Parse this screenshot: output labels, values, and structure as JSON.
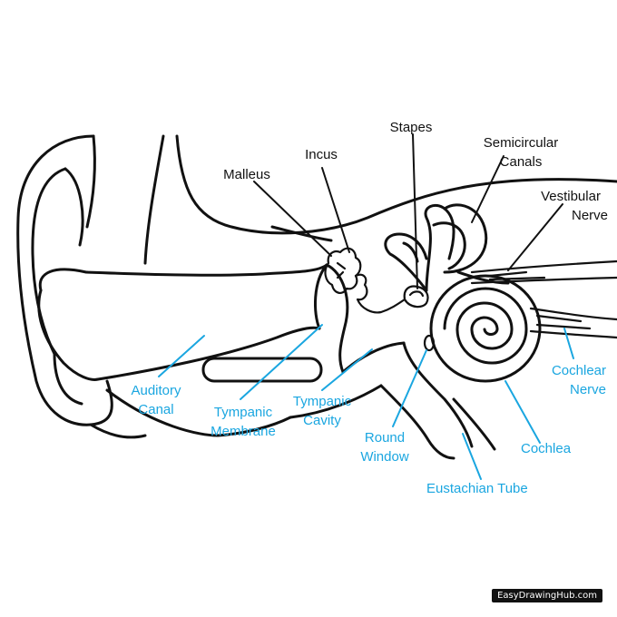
{
  "diagram": {
    "labels_dark": {
      "stapes": "Stapes",
      "incus": "Incus",
      "malleus": "Malleus",
      "semicircular_1": "Semicircular",
      "semicircular_2": "Canals",
      "vestibular_1": "Vestibular",
      "vestibular_2": "Nerve"
    },
    "labels_blue": {
      "auditory_1": "Auditory",
      "auditory_2": "Canal",
      "tympanic_membrane_1": "Tympanic",
      "tympanic_membrane_2": "Membrane",
      "tympanic_cavity_1": "Tympanic",
      "tympanic_cavity_2": "Cavity",
      "round_window_1": "Round",
      "round_window_2": "Window",
      "eustachian": "Eustachian Tube",
      "cochlea": "Cochlea",
      "cochlear_nerve_1": "Cochlear",
      "cochlear_nerve_2": "Nerve"
    },
    "watermark": "EasyDrawingHub.com"
  },
  "colors": {
    "line": "#111111",
    "label_blue": "#1aa6e0",
    "background": "#ffffff"
  }
}
